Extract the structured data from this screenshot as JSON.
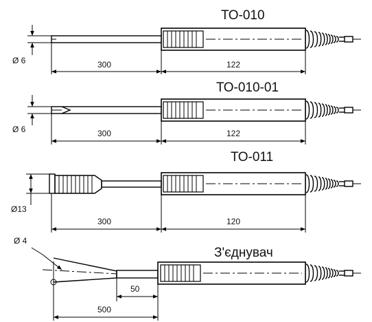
{
  "probes": [
    {
      "title": "ТО-010",
      "diameter": "Ø 6",
      "dim_left": "300",
      "dim_right": "122"
    },
    {
      "title": "ТО-010-01",
      "diameter": "Ø 6",
      "dim_left": "300",
      "dim_right": "122"
    },
    {
      "title": "ТО-011",
      "diameter": "Ø13",
      "dim_left": "300",
      "dim_right": "120"
    },
    {
      "title": "З'єднувач",
      "diameter": "Ø 4",
      "dim_inner": "50",
      "dim_outer": "500"
    }
  ]
}
